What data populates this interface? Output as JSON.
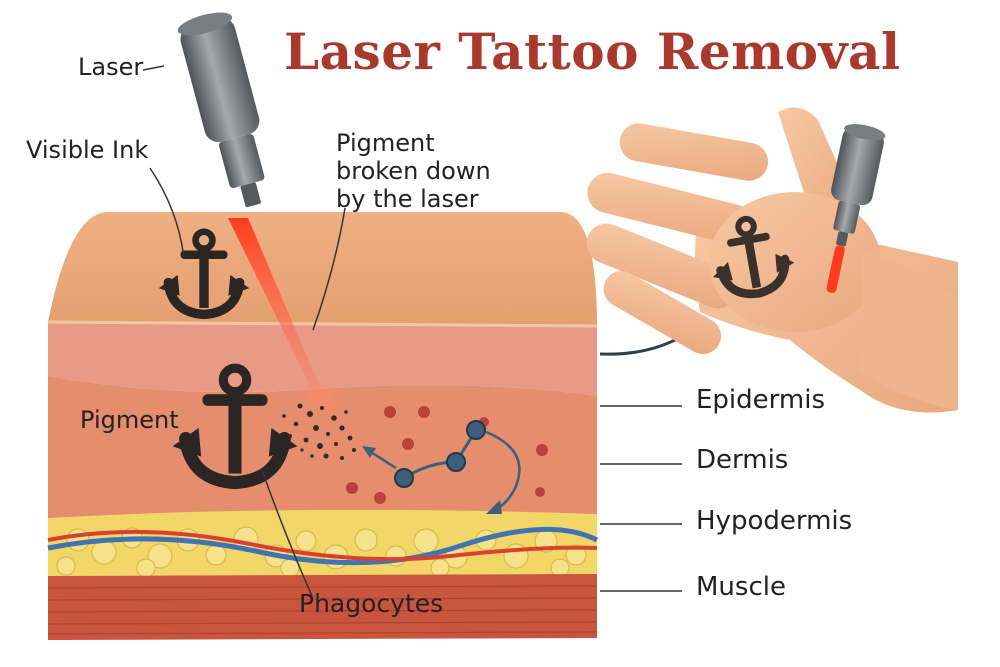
{
  "title": "Laser Tattoo Removal",
  "labels": {
    "laser": "Laser",
    "visible_ink": "Visible Ink",
    "pigment_broken_line1": "Pigment",
    "pigment_broken_line2": "broken down",
    "pigment_broken_line3": "by the laser",
    "pigment": "Pigment",
    "phagocytes": "Phagocytes",
    "epidermis": "Epidermis",
    "dermis": "Dermis",
    "hypodermis": "Hypodermis",
    "muscle": "Muscle"
  },
  "colors": {
    "title": "#a9392c",
    "laser_beam": "#ff4a2a",
    "ink": "#2b2523",
    "phagocyte": "#3d5f7c",
    "skin_top": "#e9a577",
    "epidermis": "#e89a86",
    "dermis": "#e58d6d",
    "fat": "#f1d768",
    "muscle": "#c9553f"
  },
  "icons": [
    "anchor-icon",
    "laser-device-icon",
    "hand-icon"
  ]
}
